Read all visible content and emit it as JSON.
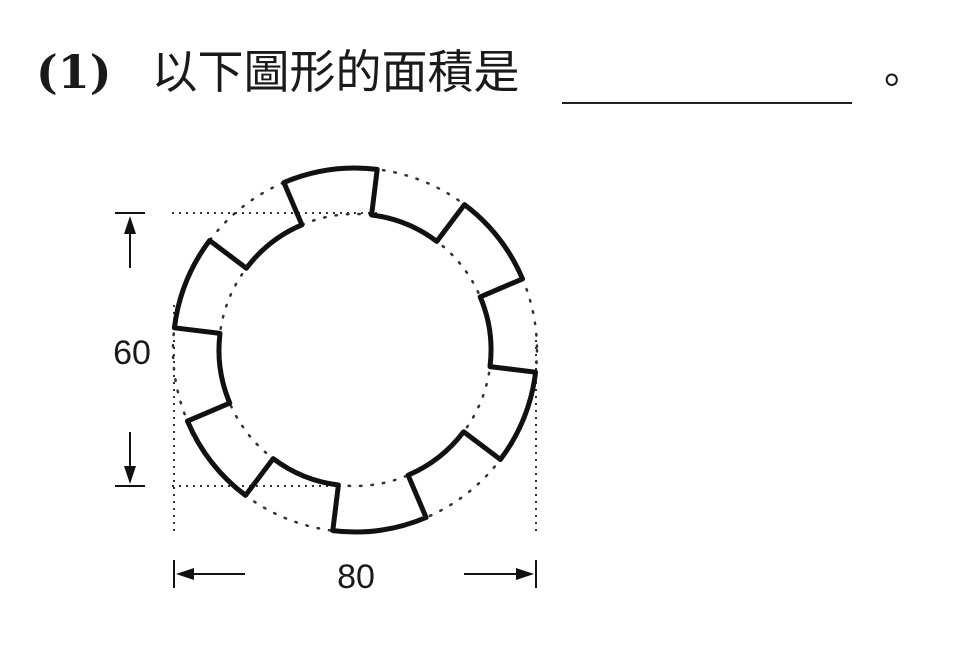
{
  "question": {
    "number": "(1)",
    "text": "以下圖形的面積是",
    "end_mark": "。"
  },
  "figure": {
    "height_label": "60",
    "width_label": "80"
  }
}
